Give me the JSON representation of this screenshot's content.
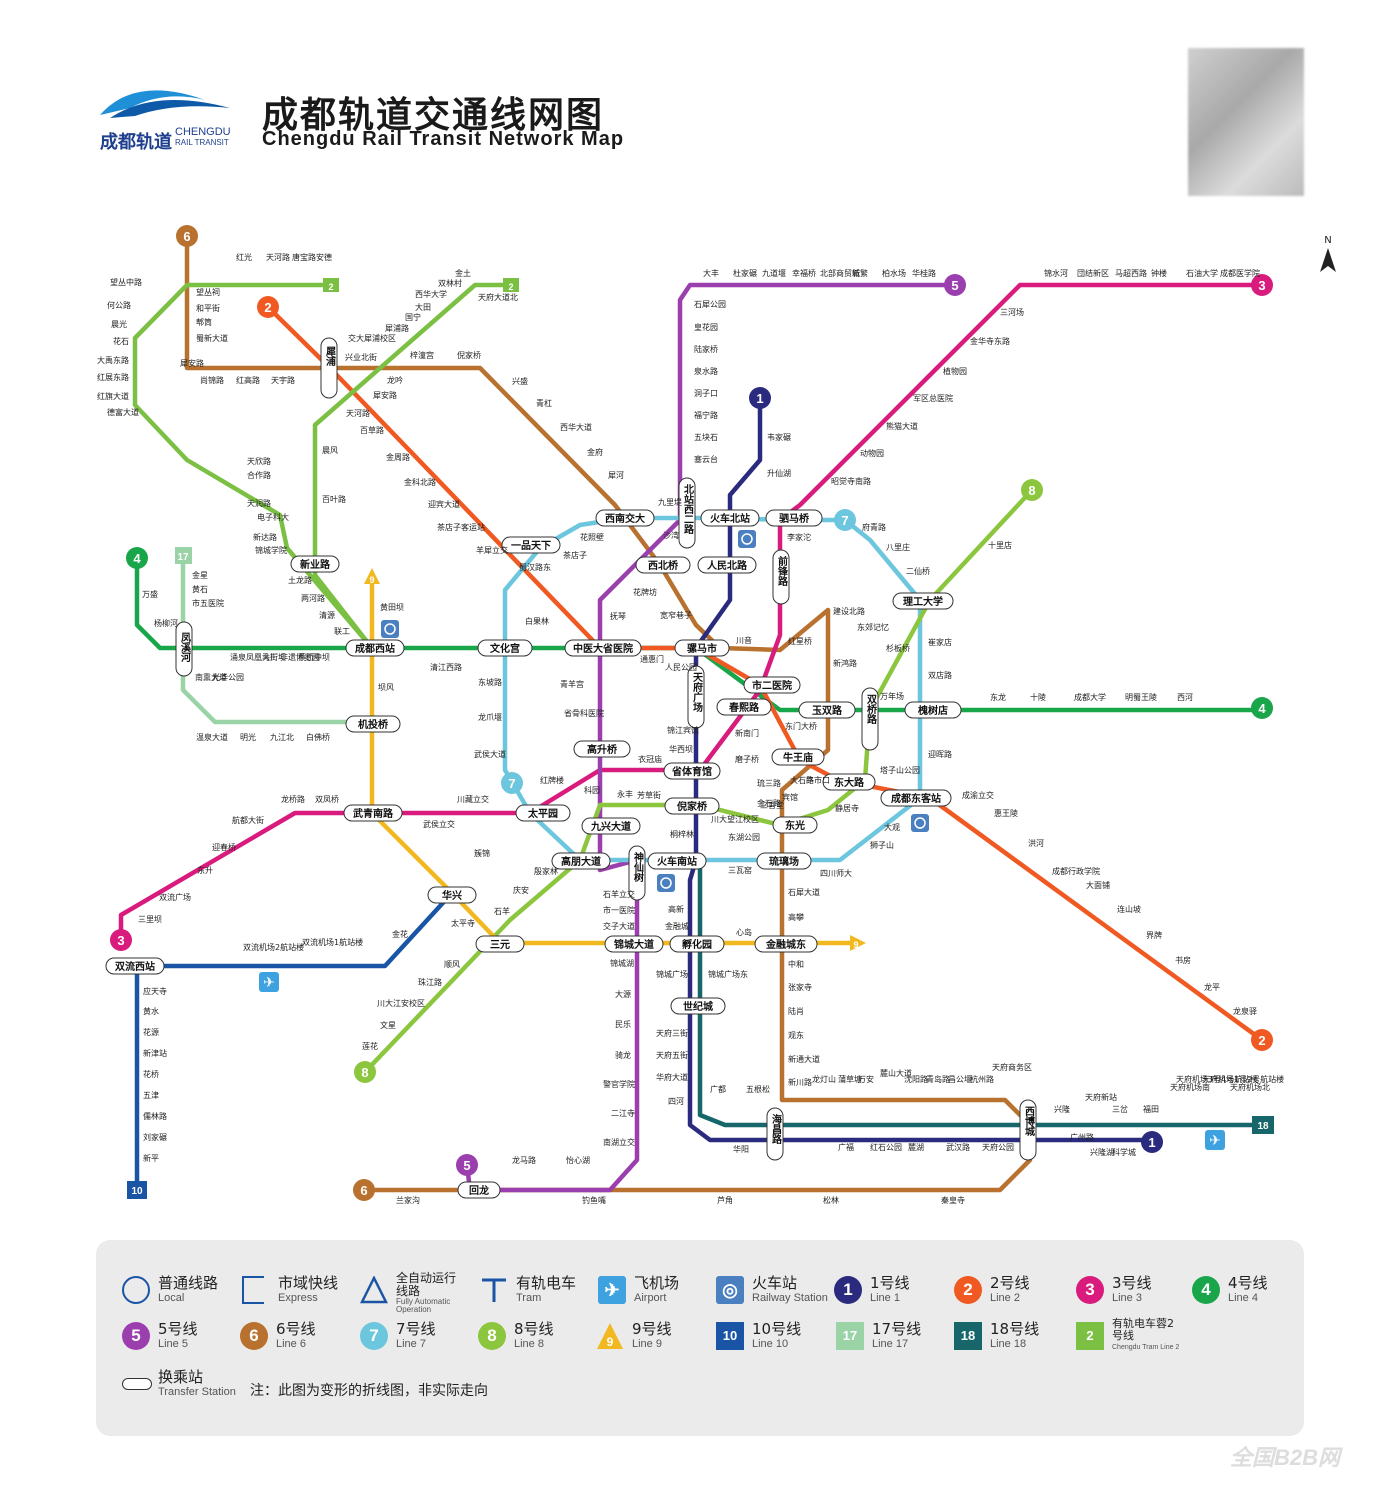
{
  "header": {
    "title_cn": "成都轨道交通线网图",
    "title_en": "Chengdu Rail Transit Network Map",
    "brand_cn": "成都轨道",
    "brand_en_1": "CHENGDU",
    "brand_en_2": "RAIL TRANSIT"
  },
  "compass": "N",
  "colors": {
    "line1": "#2a2a7e",
    "line2": "#f05a22",
    "line3": "#d81b7c",
    "line4": "#19a64a",
    "line5": "#9b3fae",
    "line6": "#b8712f",
    "line7": "#6cc6dd",
    "line8": "#8cc63e",
    "line9": "#f2b81f",
    "line10": "#1a55a5",
    "line17": "#9ad3a6",
    "line18": "#17676a",
    "tram2": "#7bc043",
    "airport": "#3ea2e0",
    "railway": "#4a7fc0"
  },
  "line_badges": {
    "l1a": "1",
    "l1b": "1",
    "l2a": "2",
    "l2b": "2",
    "l3a": "3",
    "l3b": "3",
    "l4a": "4",
    "l4b": "4",
    "l5a": "5",
    "l5b": "5",
    "l6a": "6",
    "l6b": "6",
    "l7a": "7",
    "l7b": "7",
    "l8a": "8",
    "l8b": "8",
    "l9a": "9",
    "l9b": "9",
    "l10": "10",
    "l17": "17",
    "l18": "18",
    "tram_a": "2",
    "tram_b": "2"
  },
  "transfer_stations": {
    "xipu": "犀浦",
    "xinyelu": "新业路",
    "chengduxizhan": "成都西站",
    "wenhuagong": "文化宫",
    "zhongyidasheng": "中医大省医院",
    "luomashi": "骡马市",
    "yipintianxia": "一品天下",
    "xinanjiaoda": "西南交大",
    "huochebeizhan": "火车北站",
    "zhaojueqiao": "驷马桥",
    "xibeiqiao": "西北桥",
    "renminbeilu": "人民北路",
    "qianfenglu": "前锋路",
    "ligongdaxue": "理工大学",
    "shierjyiyuan": "市二医院",
    "tianfuguangchang": "天府广场",
    "chunxilu": "春熙路",
    "yushuanglu": "玉双路",
    "shuangqiaolu": "双桥路",
    "huaishudian": "槐树店",
    "niuwangmiao": "牛王庙",
    "dongdalu": "东大路",
    "chengdudongke": "成都东客站",
    "gaoshengqiao": "高升桥",
    "shengtiyuguan": "省体育馆",
    "niujiaqiao": "倪家桥",
    "dongguang": "东光",
    "wuqingnanlu": "武青南路",
    "taipingyuan": "太平园",
    "jiuxingdadao": "九兴大道",
    "gaopengdadao": "高朋大道",
    "huochenanzhan": "火车南站",
    "liulichang": "琉璃场",
    "shenxianshu": "神仙树",
    "jitouqiao": "机投桥",
    "fengxihe": "凤溪河",
    "huaxing": "华兴",
    "sanyuan": "三元",
    "jinchengdadao": "锦城大道",
    "fuhuayuan": "孵化园",
    "jinrongchengdong": "金融城东",
    "shijicheng": "世纪城",
    "shuangliuxizhan": "双流西站",
    "haichanglu": "海昌路",
    "xibocheng": "西博城",
    "huilong": "回龙",
    "beizhanxierlu": "北站西二路"
  },
  "stations": {
    "s1": "望丛中路",
    "s2": "何公路",
    "s3": "晨光",
    "s4": "花石",
    "s5": "大禹东路",
    "s6": "红展东路",
    "s7": "红旗大道",
    "s8": "德富大道",
    "s9": "望丛祠",
    "s10": "和平街",
    "s11": "郫筒",
    "s12": "蜀新大道",
    "s13": "犀安路",
    "s14": "尚锦路",
    "s15": "红高路",
    "s16": "天宇路",
    "s17": "金土",
    "s18": "双林村",
    "s19": "西华大学",
    "s20": "大田",
    "s21": "国宁",
    "s22": "犀浦路",
    "s23": "交大犀浦校区",
    "s24": "兴业北街",
    "s25": "梓潼宫",
    "s26": "倪家桥",
    "s27": "兴盛",
    "s28": "青杠",
    "s29": "西华大道",
    "s30": "金府",
    "s31": "犀河",
    "s32": "龙吟",
    "s33": "犀安路",
    "s34": "天河路",
    "s35": "百草路",
    "s36": "金周路",
    "s37": "金科北路",
    "s38": "迎宾大道",
    "s39": "茶店子客运站",
    "s40": "羊犀立交",
    "s41": "蜀汉路东",
    "s42": "白果林",
    "s43": "花照壁",
    "s44": "茶店子",
    "s45": "九里堤",
    "s46": "沙湾",
    "s47": "天欣路",
    "s48": "合作路",
    "s49": "天润路",
    "s50": "电子科大",
    "s51": "新达路",
    "s52": "锦城学院",
    "s53": "土龙路",
    "s54": "两河路",
    "s55": "清源",
    "s56": "联工",
    "s57": "黄田坝",
    "s58": "晨风",
    "s59": "百叶路",
    "s60": "万盛",
    "s61": "杨柳河",
    "s62": "金星",
    "s63": "黄石",
    "s64": "市五医院",
    "s65": "清江西路",
    "s66": "东坡路",
    "s67": "龙爪堰",
    "s68": "武侯大道",
    "s69": "红牌楼",
    "s70": "坝风",
    "s71": "抚琴",
    "s72": "花牌坊",
    "s73": "宽窄巷子",
    "s74": "人民公园",
    "s75": "通惠门",
    "s76": "青羊宫",
    "s77": "省骨科医院",
    "s78": "衣冠庙",
    "s79": "华西坝",
    "s80": "锦江宾馆",
    "s81": "新南门",
    "s82": "磨子桥",
    "s83": "芳草街",
    "s84": "永丰",
    "s85": "科园",
    "s86": "桐梓林",
    "s87": "川大望江校区",
    "s88": "东湖公园",
    "s89": "三瓦窑",
    "s90": "大石路",
    "s91": "石羊立交",
    "s92": "市一医院",
    "s93": "交子大道",
    "s94": "高新",
    "s95": "金融城",
    "s96": "心岛",
    "s97": "中和",
    "s98": "张家寺",
    "s99": "陆肖",
    "s100": "观东",
    "s101": "新通大道",
    "s102": "新川路",
    "s103": "石犀大道",
    "s104": "高攀",
    "s105": "宾馆",
    "s106": "锦城湖",
    "s107": "大源",
    "s108": "民乐",
    "s109": "骑龙",
    "s110": "警官学院",
    "s111": "二江寺",
    "s112": "南湖立交",
    "s113": "怡心湖",
    "s114": "龙马路",
    "s115": "天府三街",
    "s116": "天府五街",
    "s117": "华府大道",
    "s118": "四河",
    "s119": "广都",
    "s120": "五根松",
    "s121": "华阳",
    "s122": "锦城广场",
    "s123": "锦城广场东",
    "s124": "韦家碾",
    "s125": "升仙湖",
    "s126": "李家沱",
    "s127": "府青路",
    "s128": "八里庄",
    "s129": "二仙桥",
    "s130": "十里店",
    "s131": "建设北路",
    "s132": "东郊记忆",
    "s133": "杉板桥",
    "s134": "崔家店",
    "s135": "双店路",
    "s136": "万年场",
    "s137": "红星桥",
    "s138": "新鸿路",
    "s139": "东门大桥",
    "s140": "迎晖路",
    "s141": "塔子山公园",
    "s142": "静居寺",
    "s143": "大观",
    "s144": "狮子山",
    "s145": "四川师大",
    "s146": "琉三路",
    "s147": "金石路",
    "s148": "川音",
    "s149": "三官堂",
    "s150": "牛市口",
    "s151": "莲花",
    "s152": "文星",
    "s153": "川大江安校区",
    "s154": "珠江路",
    "s155": "顺风",
    "s156": "太平寺",
    "s157": "石羊",
    "s158": "庆安",
    "s159": "殷家林",
    "s160": "簇锦",
    "s161": "武侯立交",
    "s162": "川藏立交",
    "s163": "双凤桥",
    "s164": "龙桥路",
    "s165": "航都大街",
    "s166": "迎春桥",
    "s167": "东升",
    "s168": "双流广场",
    "s169": "三里坝",
    "s170": "双流机场1航站楼",
    "s171": "双流机场2航站楼",
    "s172": "金花",
    "s173": "应天寺",
    "s174": "黄水",
    "s175": "花源",
    "s176": "新津站",
    "s177": "花桥",
    "s178": "五津",
    "s179": "儒林路",
    "s180": "刘家碾",
    "s181": "新平",
    "s182": "大丰",
    "s183": "杜家碾",
    "s184": "九道堰",
    "s185": "幸福桥",
    "s186": "北部商贸城",
    "s187": "新繁",
    "s188": "柏水场",
    "s189": "华桂路",
    "s190": "石犀公园",
    "s191": "皇花园",
    "s192": "陆家桥",
    "s193": "泉水路",
    "s194": "洞子口",
    "s195": "福宁路",
    "s196": "五块石",
    "s197": "塞云台",
    "s198": "锦水河",
    "s199": "団结新区",
    "s200": "马超西路",
    "s201": "钟楼",
    "s202": "石油大学",
    "s203": "成都医学院",
    "s204": "三河场",
    "s205": "金华寺东路",
    "s206": "植物园",
    "s207": "军区总医院",
    "s208": "熊猫大道",
    "s209": "动物园",
    "s210": "昭觉寺南路",
    "s211": "东龙",
    "s212": "十陵",
    "s213": "成都大学",
    "s214": "明蜀王陵",
    "s215": "西河",
    "s216": "成渝立交",
    "s217": "惠王陵",
    "s218": "洪河",
    "s219": "成都行政学院",
    "s220": "大面铺",
    "s221": "连山坡",
    "s222": "界牌",
    "s223": "书房",
    "s224": "龙平",
    "s225": "龙泉驿",
    "s226": "兰家沟",
    "s227": "钓鱼嘴",
    "s228": "芦角",
    "s229": "松林",
    "s230": "秦皇寺",
    "s231": "兴隆",
    "s232": "天府新站",
    "s233": "广州路",
    "s234": "兴隆湖",
    "s235": "科学城",
    "s236": "三岔",
    "s237": "天府机场北",
    "s238": "福田",
    "s239": "天府机场南",
    "s240": "天府机场1号2号航站楼",
    "s241": "天府机场3号4号航站楼",
    "s242": "广福",
    "s243": "红石公园",
    "s244": "麓湖",
    "s245": "武汉路",
    "s246": "天府公园",
    "s247": "龙灯山",
    "s248": "蒲草塘",
    "s249": "万安",
    "s250": "麓山大道",
    "s251": "沈阳路",
    "s252": "青岛路",
    "s253": "昌公堰",
    "s254": "杭州路",
    "s255": "天府商务区",
    "s256": "安德",
    "s257": "唐宝路",
    "s258": "天府大道北",
    "s259": "天河路",
    "s260": "红光",
    "s261": "南熏大道",
    "s262": "光华公园",
    "s263": "涌泉",
    "s264": "凤凰大街",
    "s265": "马厂坝",
    "s266": "非遗博览园",
    "s267": "蔡桥",
    "s268": "中坝",
    "s269": "温泉大道",
    "s270": "明光",
    "s271": "九江北",
    "s272": "白佛桥"
  },
  "legend": {
    "local_cn": "普通线路",
    "local_en": "Local",
    "express_cn": "市域快线",
    "express_en": "Express",
    "auto_cn": "全自动运行线路",
    "auto_en": "Fully Automatic Operation",
    "tram_cn": "有轨电车",
    "tram_en": "Tram",
    "airport_cn": "飞机场",
    "airport_en": "Airport",
    "rail_cn": "火车站",
    "rail_en": "Railway Station",
    "l1_cn": "1号线",
    "l1_en": "Line 1",
    "l2_cn": "2号线",
    "l2_en": "Line 2",
    "l3_cn": "3号线",
    "l3_en": "Line 3",
    "l4_cn": "4号线",
    "l4_en": "Line 4",
    "l5_cn": "5号线",
    "l5_en": "Line 5",
    "l6_cn": "6号线",
    "l6_en": "Line 6",
    "l7_cn": "7号线",
    "l7_en": "Line 7",
    "l8_cn": "8号线",
    "l8_en": "Line 8",
    "l9_cn": "9号线",
    "l9_en": "Line 9",
    "l10_cn": "10号线",
    "l10_en": "Line 10",
    "l17_cn": "17号线",
    "l17_en": "Line 17",
    "l18_cn": "18号线",
    "l18_en": "Line 18",
    "tram2_cn": "有轨电车蓉2号线",
    "tram2_en": "Chengdu Tram Line 2",
    "transfer_cn": "换乘站",
    "transfer_en": "Transfer Station",
    "note": "注：此图为变形的折线图，非实际走向",
    "b1": "1",
    "b2": "2",
    "b3": "3",
    "b4": "4",
    "b5": "5",
    "b6": "6",
    "b7": "7",
    "b8": "8",
    "b9": "9",
    "b10": "10",
    "b17": "17",
    "b18": "18",
    "btram": "2"
  },
  "watermark": "全国B2B网"
}
